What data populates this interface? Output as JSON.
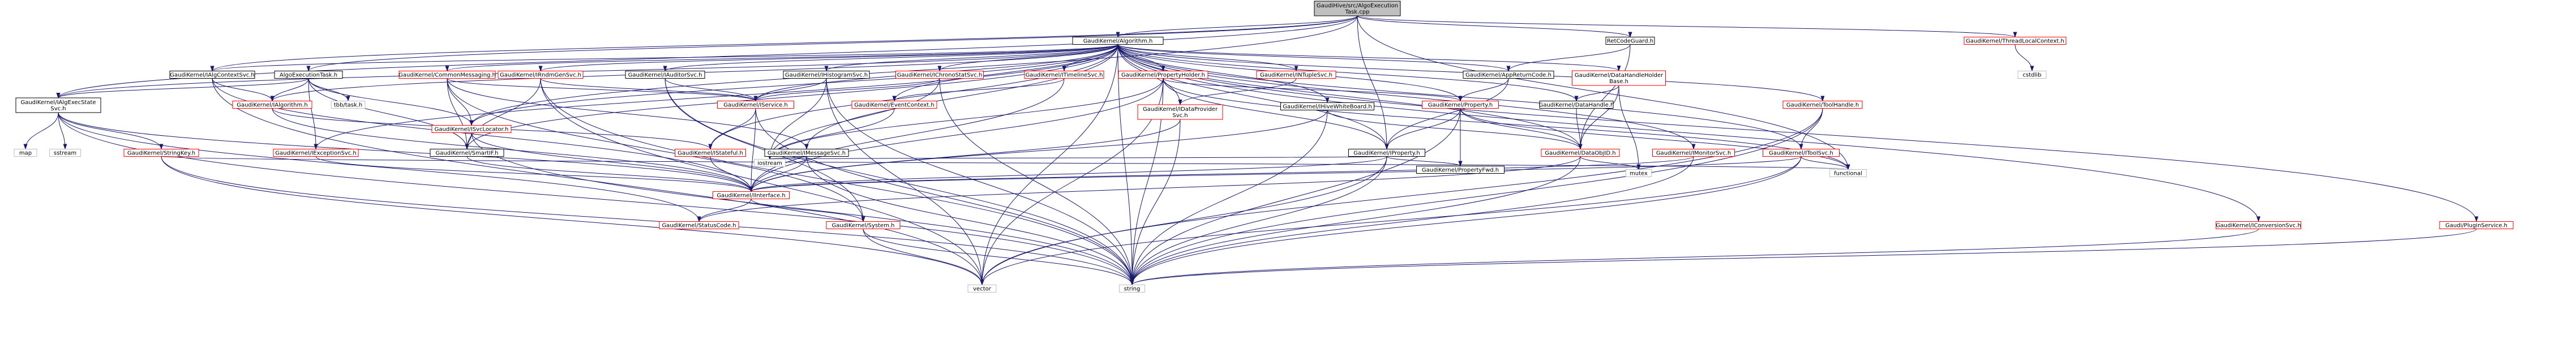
{
  "colors": {
    "root_fill": "#bfbfbf",
    "node_fill": "#ffffff",
    "node_border": "#000000",
    "undoc_border": "#ff0000",
    "leaf_border": "#bfbfbf",
    "edge": "#191970"
  },
  "nodes": [
    {
      "id": "root",
      "label": "GaudiHive/src/AlgoExecution\nTask.cpp",
      "kind": "root"
    },
    {
      "id": "algorithm_h",
      "label": "GaudiKernel/Algorithm.h",
      "kind": "doc"
    },
    {
      "id": "retcodeguard",
      "label": "RetCodeGuard.h",
      "kind": "doc"
    },
    {
      "id": "threadlocalctx",
      "label": "GaudiKernel/ThreadLocalContext.h",
      "kind": "undoc"
    },
    {
      "id": "ialgcontextsvc",
      "label": "GaudiKernel/IAlgContextSvc.h",
      "kind": "doc"
    },
    {
      "id": "iexecstatesvc",
      "label": "GaudiKernel/IAlgExecState\nSvc.h",
      "kind": "doc"
    },
    {
      "id": "algoexectask_h",
      "label": "AlgoExecutionTask.h",
      "kind": "doc"
    },
    {
      "id": "commonmessaging",
      "label": "GaudiKernel/CommonMessaging.h",
      "kind": "undoc"
    },
    {
      "id": "irndmgensvc",
      "label": "GaudiKernel/IRndmGenSvc.h",
      "kind": "undoc"
    },
    {
      "id": "iauditorsvc",
      "label": "GaudiKernel/IAuditorSvc.h",
      "kind": "doc"
    },
    {
      "id": "ihistogramsvc",
      "label": "GaudiKernel/IHistogramSvc.h",
      "kind": "doc"
    },
    {
      "id": "ichronostatsvc",
      "label": "GaudiKernel/IChronoStatSvc.h",
      "kind": "undoc"
    },
    {
      "id": "itimelinesvc",
      "label": "GaudiKernel/ITimelineSvc.h",
      "kind": "undoc"
    },
    {
      "id": "propertyholder",
      "label": "GaudiKernel/PropertyHolder.h",
      "kind": "undoc"
    },
    {
      "id": "intuplesvc",
      "label": "GaudiKernel/INTupleSvc.h",
      "kind": "undoc"
    },
    {
      "id": "appreturncode",
      "label": "GaudiKernel/AppReturnCode.h",
      "kind": "doc"
    },
    {
      "id": "datahandleholder",
      "label": "GaudiKernel/DataHandleHolder\nBase.h",
      "kind": "undoc"
    },
    {
      "id": "toolhandle",
      "label": "GaudiKernel/ToolHandle.h",
      "kind": "undoc"
    },
    {
      "id": "cstdlib",
      "label": "cstdlib",
      "kind": "leaf"
    },
    {
      "id": "ialgorithm",
      "label": "GaudiKernel/IAlgorithm.h",
      "kind": "undoc"
    },
    {
      "id": "tbbtask",
      "label": "tbb/task.h",
      "kind": "leaf"
    },
    {
      "id": "iservice",
      "label": "GaudiKernel/IService.h",
      "kind": "undoc"
    },
    {
      "id": "ieventcontext",
      "label": "GaudiKernel/EventContext.h",
      "kind": "undoc"
    },
    {
      "id": "idataprovidersvc",
      "label": "GaudiKernel/IDataProvider\nSvc.h",
      "kind": "undoc"
    },
    {
      "id": "ihivewhiteboard",
      "label": "GaudiKernel/IHiveWhiteBoard.h",
      "kind": "doc"
    },
    {
      "id": "property_h",
      "label": "GaudiKernel/Property.h",
      "kind": "undoc"
    },
    {
      "id": "datahandle",
      "label": "GaudiKernel/DataHandle.h",
      "kind": "doc"
    },
    {
      "id": "map",
      "label": "map",
      "kind": "leaf"
    },
    {
      "id": "sstream",
      "label": "sstream",
      "kind": "leaf"
    },
    {
      "id": "stringkey",
      "label": "GaudiKernel/StringKey.h",
      "kind": "undoc"
    },
    {
      "id": "iexceptionsvc",
      "label": "GaudiKernel/IExceptionSvc.h",
      "kind": "undoc"
    },
    {
      "id": "isvclocator",
      "label": "GaudiKernel/ISvcLocator.h",
      "kind": "undoc"
    },
    {
      "id": "smartif",
      "label": "GaudiKernel/SmartIF.h",
      "kind": "doc"
    },
    {
      "id": "istateful",
      "label": "GaudiKernel/IStateful.h",
      "kind": "undoc"
    },
    {
      "id": "imessagesvc",
      "label": "GaudiKernel/IMessageSvc.h",
      "kind": "doc"
    },
    {
      "id": "iproperty",
      "label": "GaudiKernel/IProperty.h",
      "kind": "doc"
    },
    {
      "id": "propertyfwd",
      "label": "GaudiKernel/PropertyFwd.h",
      "kind": "doc"
    },
    {
      "id": "dataobjid",
      "label": "GaudiKernel/DataObjID.h",
      "kind": "undoc"
    },
    {
      "id": "imonitorsvc",
      "label": "GaudiKernel/IMonitorSvc.h",
      "kind": "undoc"
    },
    {
      "id": "itoolsvc",
      "label": "GaudiKernel/IToolSvc.h",
      "kind": "undoc"
    },
    {
      "id": "iinterface",
      "label": "GaudiKernel/IInterface.h",
      "kind": "undoc"
    },
    {
      "id": "iostream",
      "label": "iostream",
      "kind": "leaf"
    },
    {
      "id": "mutex",
      "label": "mutex",
      "kind": "leaf"
    },
    {
      "id": "functional",
      "label": "functional",
      "kind": "leaf"
    },
    {
      "id": "statuscode",
      "label": "GaudiKernel/StatusCode.h",
      "kind": "undoc"
    },
    {
      "id": "system_h",
      "label": "GaudiKernel/System.h",
      "kind": "undoc"
    },
    {
      "id": "iconversionsvc",
      "label": "GaudiKernel/IConversionSvc.h",
      "kind": "undoc"
    },
    {
      "id": "pluginservice",
      "label": "Gaudi/PluginService.h",
      "kind": "undoc"
    },
    {
      "id": "vector",
      "label": "vector",
      "kind": "leaf"
    },
    {
      "id": "string",
      "label": "string",
      "kind": "leaf"
    }
  ],
  "edges": [
    [
      "root",
      "algorithm_h"
    ],
    [
      "root",
      "retcodeguard"
    ],
    [
      "root",
      "threadlocalctx"
    ],
    [
      "root",
      "ialgcontextsvc"
    ],
    [
      "root",
      "iexecstatesvc"
    ],
    [
      "root",
      "algoexectask_h"
    ],
    [
      "root",
      "iproperty"
    ],
    [
      "root",
      "functional"
    ],
    [
      "root",
      "isvclocator"
    ],
    [
      "algorithm_h",
      "ialgcontextsvc"
    ],
    [
      "algorithm_h",
      "iexecstatesvc"
    ],
    [
      "algorithm_h",
      "commonmessaging"
    ],
    [
      "algorithm_h",
      "irndmgensvc"
    ],
    [
      "algorithm_h",
      "iauditorsvc"
    ],
    [
      "algorithm_h",
      "ihistogramsvc"
    ],
    [
      "algorithm_h",
      "ichronostatsvc"
    ],
    [
      "algorithm_h",
      "itimelinesvc"
    ],
    [
      "algorithm_h",
      "propertyholder"
    ],
    [
      "algorithm_h",
      "intuplesvc"
    ],
    [
      "algorithm_h",
      "datahandleholder"
    ],
    [
      "algorithm_h",
      "toolhandle"
    ],
    [
      "algorithm_h",
      "ialgorithm"
    ],
    [
      "algorithm_h",
      "iservice"
    ],
    [
      "algorithm_h",
      "ieventcontext"
    ],
    [
      "algorithm_h",
      "idataprovidersvc"
    ],
    [
      "algorithm_h",
      "ihivewhiteboard"
    ],
    [
      "algorithm_h",
      "property_h"
    ],
    [
      "algorithm_h",
      "datahandle"
    ],
    [
      "algorithm_h",
      "isvclocator"
    ],
    [
      "algorithm_h",
      "iexceptionsvc"
    ],
    [
      "algorithm_h",
      "istateful"
    ],
    [
      "algorithm_h",
      "imessagesvc"
    ],
    [
      "algorithm_h",
      "iproperty"
    ],
    [
      "algorithm_h",
      "dataobjid"
    ],
    [
      "algorithm_h",
      "imonitorsvc"
    ],
    [
      "algorithm_h",
      "itoolsvc"
    ],
    [
      "algorithm_h",
      "iconversionsvc"
    ],
    [
      "algorithm_h",
      "pluginservice"
    ],
    [
      "algorithm_h",
      "string"
    ],
    [
      "algorithm_h",
      "vector"
    ],
    [
      "algorithm_h",
      "smartif"
    ],
    [
      "algorithm_h",
      "appreturncode"
    ],
    [
      "retcodeguard",
      "appreturncode"
    ],
    [
      "retcodeguard",
      "dataobjid"
    ],
    [
      "threadlocalctx",
      "cstdlib"
    ],
    [
      "ialgcontextsvc",
      "ialgorithm"
    ],
    [
      "ialgcontextsvc",
      "iinterface"
    ],
    [
      "ialgcontextsvc",
      "vector"
    ],
    [
      "iexecstatesvc",
      "map"
    ],
    [
      "iexecstatesvc",
      "sstream"
    ],
    [
      "iexecstatesvc",
      "stringkey"
    ],
    [
      "iexecstatesvc",
      "iinterface"
    ],
    [
      "iexecstatesvc",
      "statuscode"
    ],
    [
      "iexecstatesvc",
      "string"
    ],
    [
      "algoexectask_h",
      "ialgorithm"
    ],
    [
      "algoexectask_h",
      "tbbtask"
    ],
    [
      "algoexectask_h",
      "isvclocator"
    ],
    [
      "algoexectask_h",
      "smartif"
    ],
    [
      "algoexectask_h",
      "iexceptionsvc"
    ],
    [
      "algoexectask_h",
      "iexecstatesvc"
    ],
    [
      "commonmessaging",
      "isvclocator"
    ],
    [
      "commonmessaging",
      "smartif"
    ],
    [
      "commonmessaging",
      "imessagesvc"
    ],
    [
      "commonmessaging",
      "iservice"
    ],
    [
      "commonmessaging",
      "system_h"
    ],
    [
      "irndmgensvc",
      "iservice"
    ],
    [
      "irndmgensvc",
      "smartif"
    ],
    [
      "irndmgensvc",
      "string"
    ],
    [
      "irndmgensvc",
      "vector"
    ],
    [
      "iauditorsvc",
      "iservice"
    ],
    [
      "iauditorsvc",
      "system_h"
    ],
    [
      "iauditorsvc",
      "string"
    ],
    [
      "ihistogramsvc",
      "iservice"
    ],
    [
      "ihistogramsvc",
      "iostream"
    ],
    [
      "ihistogramsvc",
      "string"
    ],
    [
      "ihistogramsvc",
      "vector"
    ],
    [
      "ichronostatsvc",
      "iservice"
    ],
    [
      "ichronostatsvc",
      "iostream"
    ],
    [
      "ichronostatsvc",
      "string"
    ],
    [
      "itimelinesvc",
      "ieventcontext"
    ],
    [
      "itimelinesvc",
      "iinterface"
    ],
    [
      "propertyholder",
      "iproperty"
    ],
    [
      "propertyholder",
      "property_h"
    ],
    [
      "propertyholder",
      "iinterface"
    ],
    [
      "propertyholder",
      "iostream"
    ],
    [
      "propertyholder",
      "vector"
    ],
    [
      "propertyholder",
      "string"
    ],
    [
      "propertyholder",
      "functional"
    ],
    [
      "intuplesvc",
      "idataprovidersvc"
    ],
    [
      "appreturncode",
      "property_h"
    ],
    [
      "appreturncode",
      "iproperty"
    ],
    [
      "datahandleholder",
      "datahandle"
    ],
    [
      "datahandleholder",
      "dataobjid"
    ],
    [
      "datahandleholder",
      "mutex"
    ],
    [
      "toolhandle",
      "itoolsvc"
    ],
    [
      "toolhandle",
      "string"
    ],
    [
      "toolhandle",
      "vector"
    ],
    [
      "ialgorithm",
      "istateful"
    ],
    [
      "ialgorithm",
      "iinterface"
    ],
    [
      "iservice",
      "istateful"
    ],
    [
      "iservice",
      "iinterface"
    ],
    [
      "iservice",
      "string"
    ],
    [
      "ieventcontext",
      "iostream"
    ],
    [
      "idataprovidersvc",
      "iinterface"
    ],
    [
      "idataprovidersvc",
      "string"
    ],
    [
      "ihivewhiteboard",
      "iinterface"
    ],
    [
      "ihivewhiteboard",
      "string"
    ],
    [
      "ihivewhiteboard",
      "dataobjid"
    ],
    [
      "property_h",
      "iproperty"
    ],
    [
      "property_h",
      "propertyfwd"
    ],
    [
      "property_h",
      "dataobjid"
    ],
    [
      "property_h",
      "string"
    ],
    [
      "property_h",
      "functional"
    ],
    [
      "datahandle",
      "dataobjid"
    ],
    [
      "stringkey",
      "string"
    ],
    [
      "stringkey",
      "functional"
    ],
    [
      "stringkey",
      "vector"
    ],
    [
      "iexceptionsvc",
      "iinterface"
    ],
    [
      "isvclocator",
      "smartif"
    ],
    [
      "isvclocator",
      "iinterface"
    ],
    [
      "isvclocator",
      "string"
    ],
    [
      "smartif",
      "iinterface"
    ],
    [
      "istateful",
      "iinterface"
    ],
    [
      "imessagesvc",
      "iinterface"
    ],
    [
      "imessagesvc",
      "string"
    ],
    [
      "imessagesvc",
      "iostream"
    ],
    [
      "iproperty",
      "iinterface"
    ],
    [
      "iproperty",
      "propertyfwd"
    ],
    [
      "iproperty",
      "string"
    ],
    [
      "iproperty",
      "vector"
    ],
    [
      "iproperty",
      "iostream"
    ],
    [
      "dataobjid",
      "string"
    ],
    [
      "dataobjid",
      "mutex"
    ],
    [
      "dataobjid",
      "statuscode"
    ],
    [
      "imonitorsvc",
      "iinterface"
    ],
    [
      "imonitorsvc",
      "string"
    ],
    [
      "itoolsvc",
      "iinterface"
    ],
    [
      "itoolsvc",
      "functional"
    ],
    [
      "itoolsvc",
      "string"
    ],
    [
      "itoolsvc",
      "vector"
    ],
    [
      "iinterface",
      "statuscode"
    ],
    [
      "iinterface",
      "system_h"
    ],
    [
      "system_h",
      "string"
    ],
    [
      "system_h",
      "vector"
    ],
    [
      "iconversionsvc",
      "string"
    ],
    [
      "pluginservice",
      "string"
    ]
  ]
}
